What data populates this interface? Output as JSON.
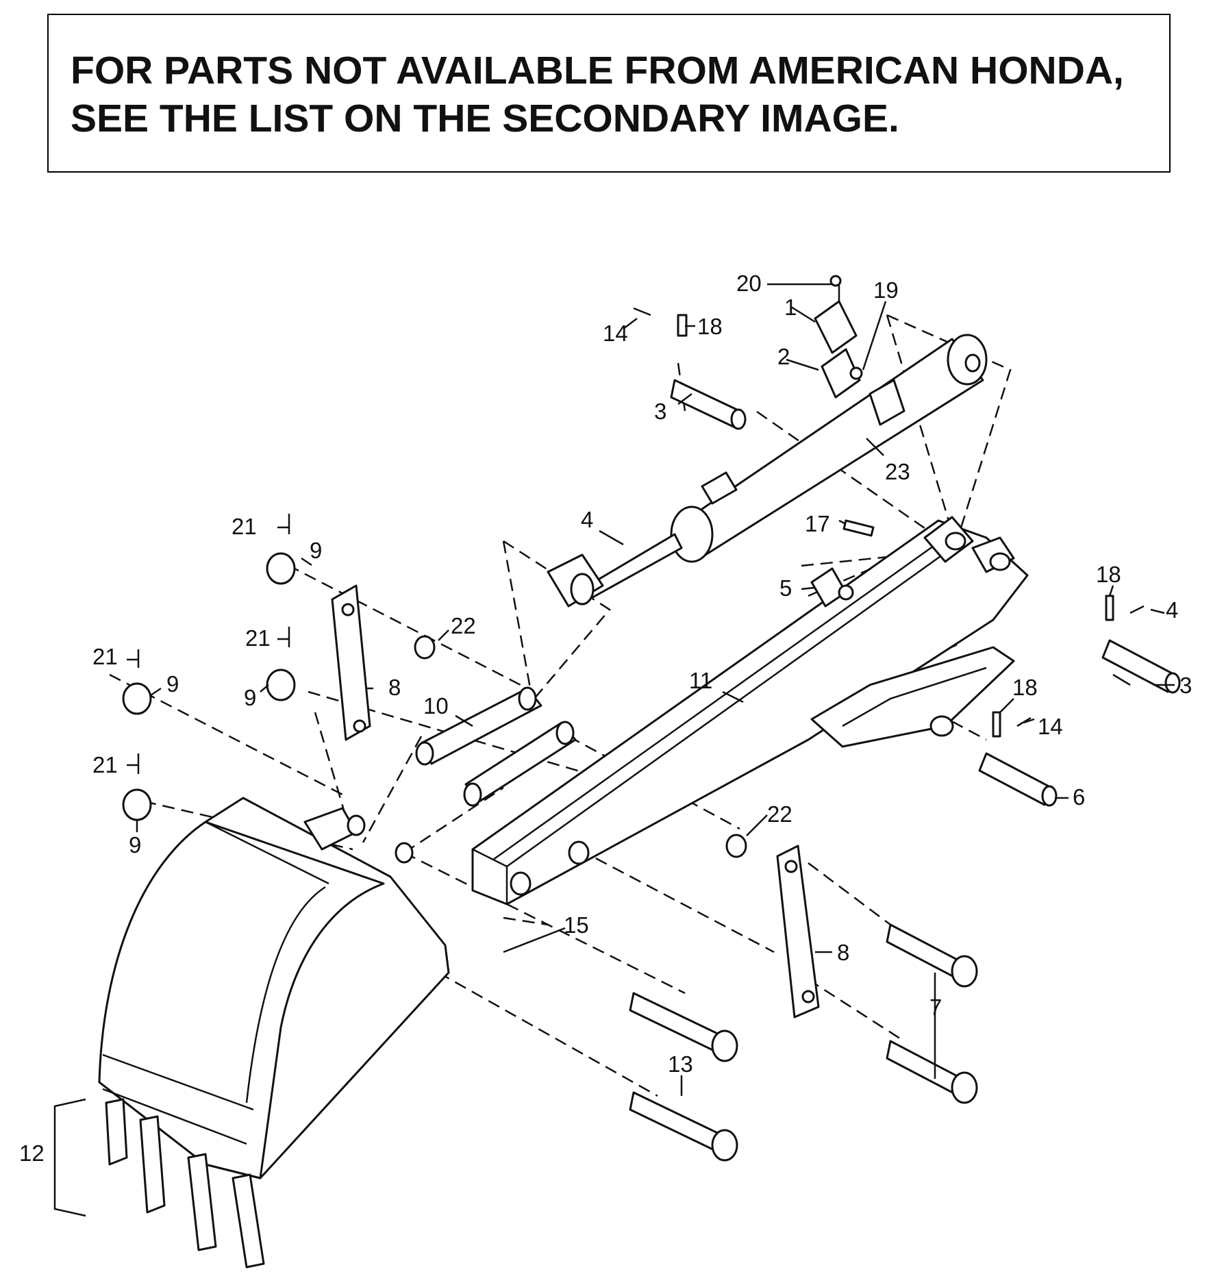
{
  "notice": {
    "line1": "FOR PARTS NOT AVAILABLE FROM AMERICAN HONDA,",
    "line2": "SEE THE LIST ON THE SECONDARY IMAGE."
  },
  "callouts": [
    {
      "id": "c1",
      "text": "1"
    },
    {
      "id": "c2",
      "text": "2"
    },
    {
      "id": "c3a",
      "text": "3"
    },
    {
      "id": "c3b",
      "text": "3"
    },
    {
      "id": "c4a",
      "text": "4"
    },
    {
      "id": "c4b",
      "text": "4"
    },
    {
      "id": "c5",
      "text": "5"
    },
    {
      "id": "c6",
      "text": "6"
    },
    {
      "id": "c7",
      "text": "7"
    },
    {
      "id": "c8a",
      "text": "8"
    },
    {
      "id": "c8b",
      "text": "8"
    },
    {
      "id": "c9a",
      "text": "9"
    },
    {
      "id": "c9b",
      "text": "9"
    },
    {
      "id": "c9c",
      "text": "9"
    },
    {
      "id": "c9d",
      "text": "9"
    },
    {
      "id": "c10",
      "text": "10"
    },
    {
      "id": "c11",
      "text": "11"
    },
    {
      "id": "c12",
      "text": "12"
    },
    {
      "id": "c13",
      "text": "13"
    },
    {
      "id": "c14a",
      "text": "14"
    },
    {
      "id": "c14b",
      "text": "14"
    },
    {
      "id": "c15",
      "text": "15"
    },
    {
      "id": "c17",
      "text": "17"
    },
    {
      "id": "c18a",
      "text": "18"
    },
    {
      "id": "c18b",
      "text": "18"
    },
    {
      "id": "c18c",
      "text": "18"
    },
    {
      "id": "c19",
      "text": "19"
    },
    {
      "id": "c20",
      "text": "20"
    },
    {
      "id": "c21a",
      "text": "21"
    },
    {
      "id": "c21b",
      "text": "21"
    },
    {
      "id": "c21c",
      "text": "21"
    },
    {
      "id": "c21d",
      "text": "21"
    },
    {
      "id": "c22a",
      "text": "22"
    },
    {
      "id": "c22b",
      "text": "22"
    },
    {
      "id": "c23",
      "text": "23"
    }
  ]
}
